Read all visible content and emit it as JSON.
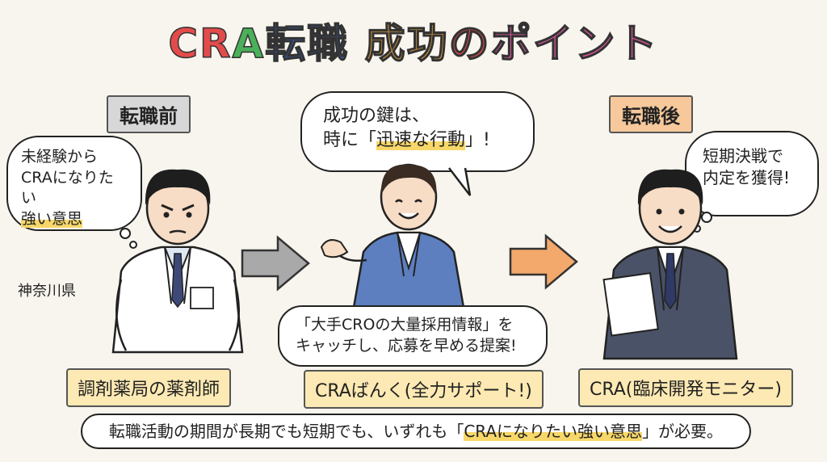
{
  "title": {
    "chars": [
      {
        "ch": "C",
        "color": "#e34b4b"
      },
      {
        "ch": "R",
        "color": "#e34b4b"
      },
      {
        "ch": "A",
        "color": "#4bb05a"
      },
      {
        "ch": "転",
        "color": "#3a67c9"
      },
      {
        "ch": "職",
        "color": "#3a67c9"
      },
      {
        "ch": " ",
        "color": "#000000"
      },
      {
        "ch": "成",
        "color": "#f2a93b"
      },
      {
        "ch": "功",
        "color": "#f2a93b"
      },
      {
        "ch": "の",
        "color": "#e34b4b"
      },
      {
        "ch": "ポ",
        "color": "#e55aa0"
      },
      {
        "ch": "イ",
        "color": "#e55aa0"
      },
      {
        "ch": "ン",
        "color": "#e55aa0"
      },
      {
        "ch": "ト",
        "color": "#e55aa0"
      }
    ]
  },
  "before": {
    "label": "転職前",
    "thought_line1": "未経験から",
    "thought_line2": "CRAになりたい",
    "thought_line3": "強い意思",
    "location": "神奈川県",
    "name": "調剤薬局の薬剤師"
  },
  "middle": {
    "bubble_line1": "成功の鍵は、",
    "bubble_prefix": "時に「",
    "bubble_highlight": "迅速な行動",
    "bubble_suffix": "」!",
    "bottom_line1": "「大手CROの大量採用情報」を",
    "bottom_line2": "キャッチし、応募を早める提案!",
    "name": "CRAばんく(全力サポート!)"
  },
  "after": {
    "label": "転職後",
    "thought_line1": "短期決戦で",
    "thought_line2": "内定を獲得!",
    "name": "CRA(臨床開発モニター)"
  },
  "banner": {
    "prefix": "転職活動の期間が長期でも短期でも、いずれも「",
    "highlight": "CRAになりたい強い意思",
    "suffix": "」が必要。"
  },
  "colors": {
    "before_label_bg": "#d7d7d7",
    "after_label_bg": "#f6c89b",
    "arrow_gray": "#a9a9a9",
    "arrow_orange": "#f3a96b",
    "suit_blue": "#5d7fc0",
    "suit_gray": "#4a5267",
    "coat_white": "#ffffff"
  }
}
